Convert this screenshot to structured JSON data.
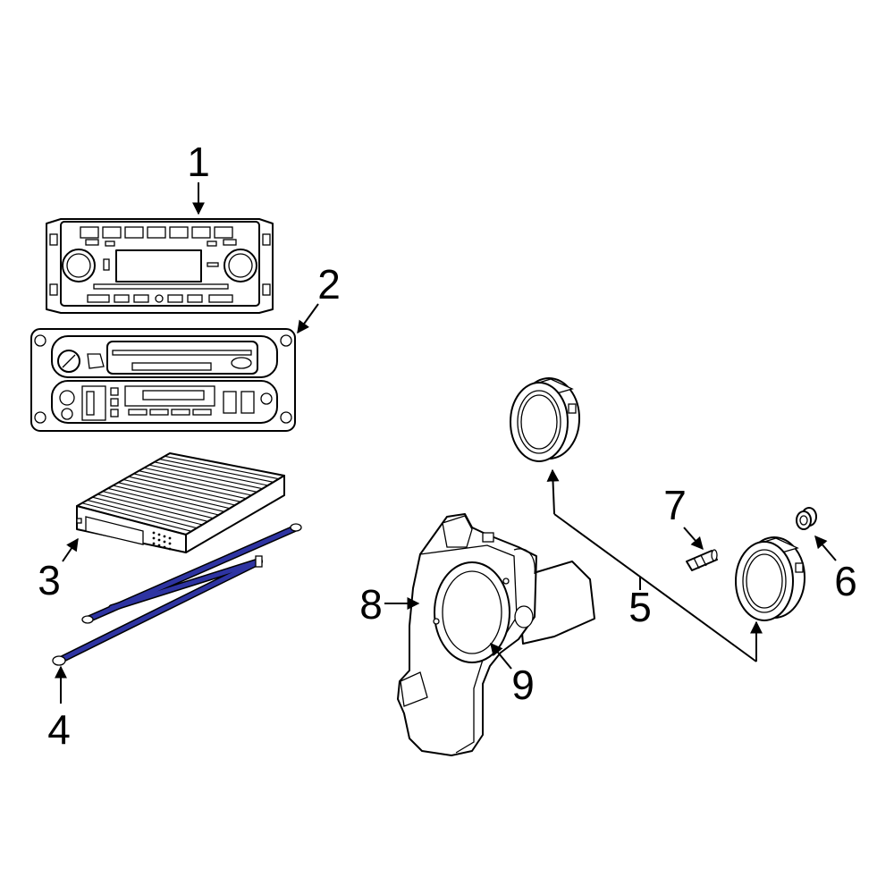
{
  "diagram": {
    "callouts": [
      "1",
      "2",
      "3",
      "4",
      "5",
      "6",
      "7",
      "8",
      "9"
    ]
  },
  "colors": {
    "background": "#ffffff",
    "outline": "#000000",
    "cable": "#2e34a2"
  }
}
